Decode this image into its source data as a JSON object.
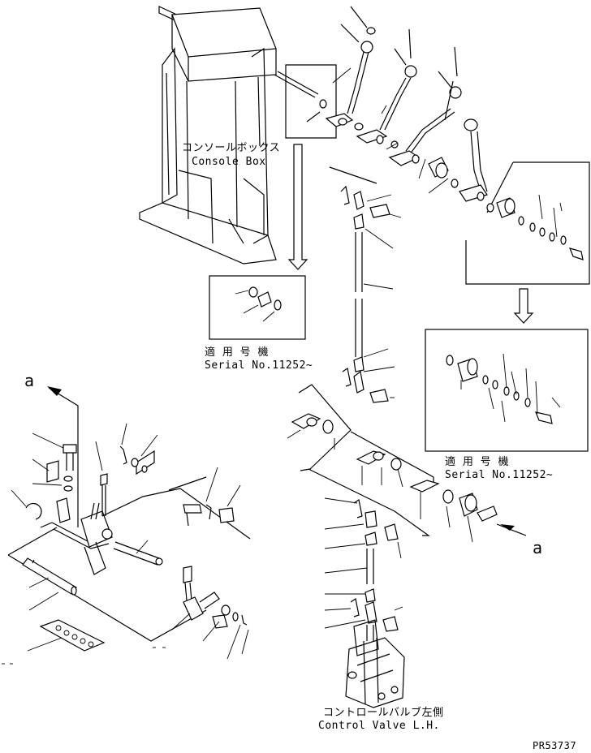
{
  "labels": {
    "console_box_jp": "コンソールボックス",
    "console_box_en": "Console Box",
    "serial_left_jp": "適 用 号 機",
    "serial_left_en": "Serial No.11252~",
    "serial_right_jp": "適 用 号 機",
    "serial_right_en": "Serial No.11252~",
    "control_valve_jp": "コントロールバルブ左側",
    "control_valve_en": "Control Valve L.H.",
    "ref_a_top": "a",
    "ref_a_right": "a",
    "part_number": "PR53737"
  }
}
